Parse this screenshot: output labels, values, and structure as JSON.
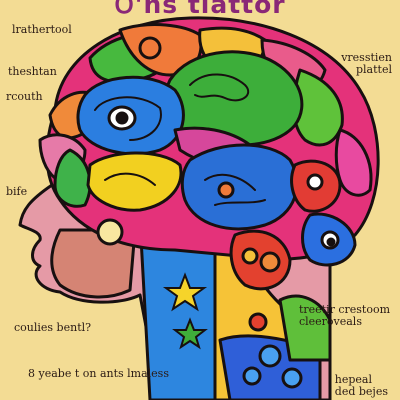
{
  "title": "Ꝺ'ns tlattor",
  "labels": {
    "top_left": "lrathertool",
    "left_1": "theshtan",
    "left_2": "rcouth",
    "left_3": "bife",
    "left_4": "coulies bentl?",
    "bottom_left": "8 yeabe t on ants lmaless",
    "right_1": "vresstien\nplattel",
    "right_2": "treetir crestoom\ncleeroveals",
    "bottom_right": "hepeal\nded bejes"
  },
  "colors": {
    "background": "#f3dc94",
    "outline": "#171010",
    "title": "#8a2877"
  }
}
